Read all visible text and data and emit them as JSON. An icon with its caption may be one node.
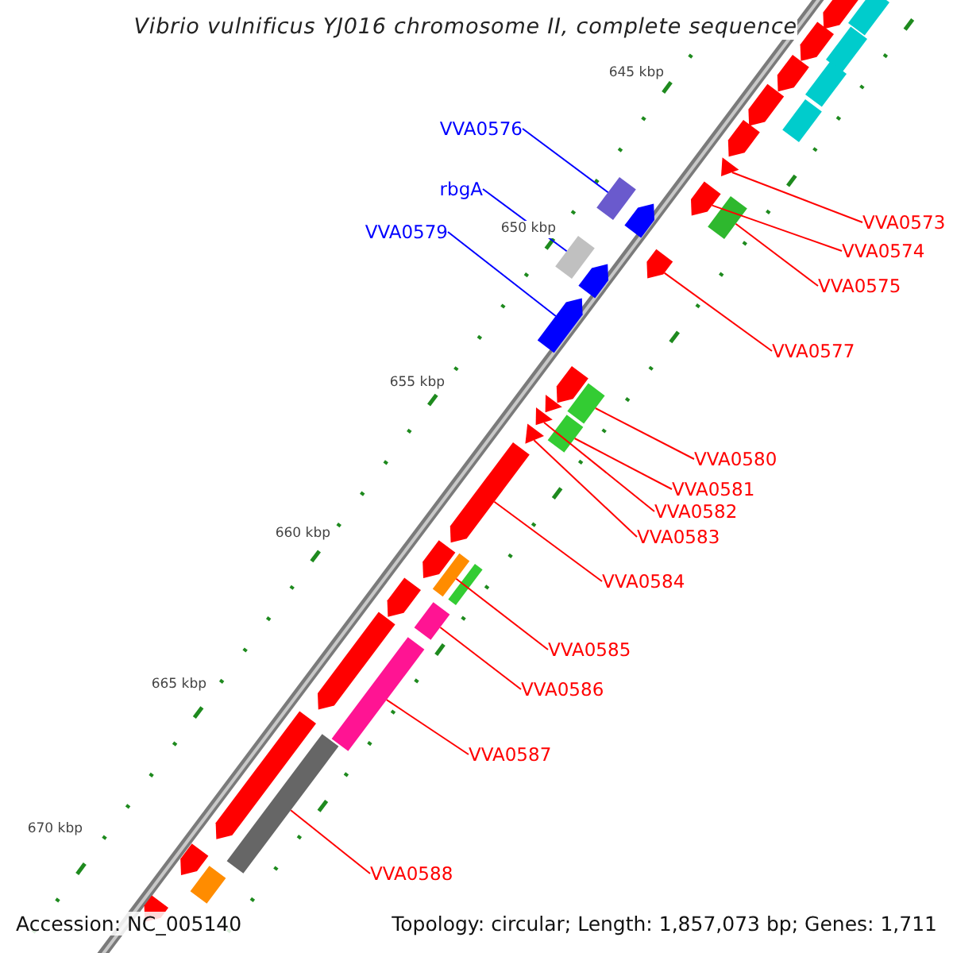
{
  "diagram": {
    "title": "Vibrio vulnificus YJ016 chromosome II, complete sequence",
    "nodes": [
      {
        "text": [
          "VVA0576"
        ]
      },
      {
        "text": [],
        "shape": "bar"
      },
      {
        "text": [
          "rbgA"
        ]
      },
      {
        "text": [],
        "shape": "bar"
      },
      {
        "text": [
          "VVA0579"
        ]
      },
      {
        "text": [],
        "shape": "arrow"
      },
      {
        "text": [
          "VVA0573"
        ]
      },
      {
        "text": [],
        "shape": "arrow"
      },
      {
        "text": [
          "VVA0574"
        ]
      },
      {
        "text": [],
        "shape": "arrow"
      },
      {
        "text": [
          "VVA0575"
        ]
      },
      {
        "text": [],
        "shape": "bar"
      },
      {
        "text": [
          "VVA0577"
        ]
      },
      {
        "text": [],
        "shape": "arrow"
      },
      {
        "text": [
          "VVA0580"
        ]
      },
      {
        "text": [],
        "shape": "bar"
      },
      {
        "text": [
          "VVA0581"
        ]
      },
      {
        "text": [],
        "shape": "bar"
      },
      {
        "text": [
          "VVA0582"
        ]
      },
      {
        "text": [],
        "shape": "arrow"
      },
      {
        "text": [
          "VVA0583"
        ]
      },
      {
        "text": [],
        "shape": "arrow"
      },
      {
        "text": [
          "VVA0584"
        ]
      },
      {
        "text": [],
        "shape": "arrow"
      },
      {
        "text": [
          "VVA0585"
        ]
      },
      {
        "text": [],
        "shape": "bar"
      },
      {
        "text": [
          "VVA0586"
        ]
      },
      {
        "text": [],
        "shape": "bar"
      },
      {
        "text": [
          "VVA0587"
        ]
      },
      {
        "text": [],
        "shape": "bar"
      },
      {
        "text": [
          "VVA0588"
        ]
      },
      {
        "text": [],
        "shape": "bar"
      },
      {
        "text": [],
        "shape": "arrow"
      },
      {
        "text": [],
        "shape": "arrow"
      },
      {
        "text": [],
        "shape": "arrow"
      },
      {
        "text": [],
        "shape": "arrow"
      },
      {
        "text": [],
        "shape": "arrow"
      },
      {
        "text": [],
        "shape": "bar"
      },
      {
        "text": [],
        "shape": "bar"
      },
      {
        "text": [],
        "shape": "bar"
      },
      {
        "text": [],
        "shape": "bar"
      },
      {
        "text": [],
        "shape": "arrow"
      },
      {
        "text": [],
        "shape": "arrow"
      },
      {
        "text": [],
        "shape": "arrow"
      },
      {
        "text": [],
        "shape": "arrow"
      },
      {
        "text": [],
        "shape": "arrow"
      },
      {
        "text": [],
        "shape": "arrow"
      },
      {
        "text": [],
        "shape": "bar"
      },
      {
        "text": [],
        "shape": "arrow"
      },
      {
        "text": [],
        "shape": "arrow"
      },
      {
        "text": [],
        "shape": "arrow"
      },
      {
        "text": [],
        "shape": "bar"
      },
      {
        "text": [],
        "shape": "arrow"
      }
    ],
    "edges": [
      {
        "from": 0,
        "to": 1,
        "arrow": "none",
        "color": "#0000ff"
      },
      {
        "from": 2,
        "to": 3,
        "arrow": "none",
        "color": "#0000ff"
      },
      {
        "from": 4,
        "to": 5,
        "arrow": "none",
        "color": "#0000ff"
      },
      {
        "from": 6,
        "to": 7,
        "arrow": "none"
      },
      {
        "from": 8,
        "to": 9,
        "arrow": "none"
      },
      {
        "from": 10,
        "to": 11,
        "arrow": "none"
      },
      {
        "from": 12,
        "to": 13,
        "arrow": "none"
      },
      {
        "from": 14,
        "to": 15,
        "arrow": "none"
      },
      {
        "from": 16,
        "to": 17,
        "arrow": "none"
      },
      {
        "from": 18,
        "to": 19,
        "arrow": "none"
      },
      {
        "from": 20,
        "to": 21,
        "arrow": "none"
      },
      {
        "from": 22,
        "to": 23,
        "arrow": "none"
      },
      {
        "from": 24,
        "to": 25,
        "arrow": "none"
      },
      {
        "from": 26,
        "to": 27,
        "arrow": "none"
      },
      {
        "from": 28,
        "to": 29,
        "arrow": "none"
      },
      {
        "from": 30,
        "to": 31,
        "arrow": "none"
      }
    ],
    "labels": [
      "645 kbp",
      "650 kbp",
      "655 kbp",
      "660 kbp",
      "665 kbp",
      "670 kbp",
      "Accession: NC_005140",
      "Topology: circular; Length: 1,857,073 bp; Genes: 1,711"
    ]
  }
}
